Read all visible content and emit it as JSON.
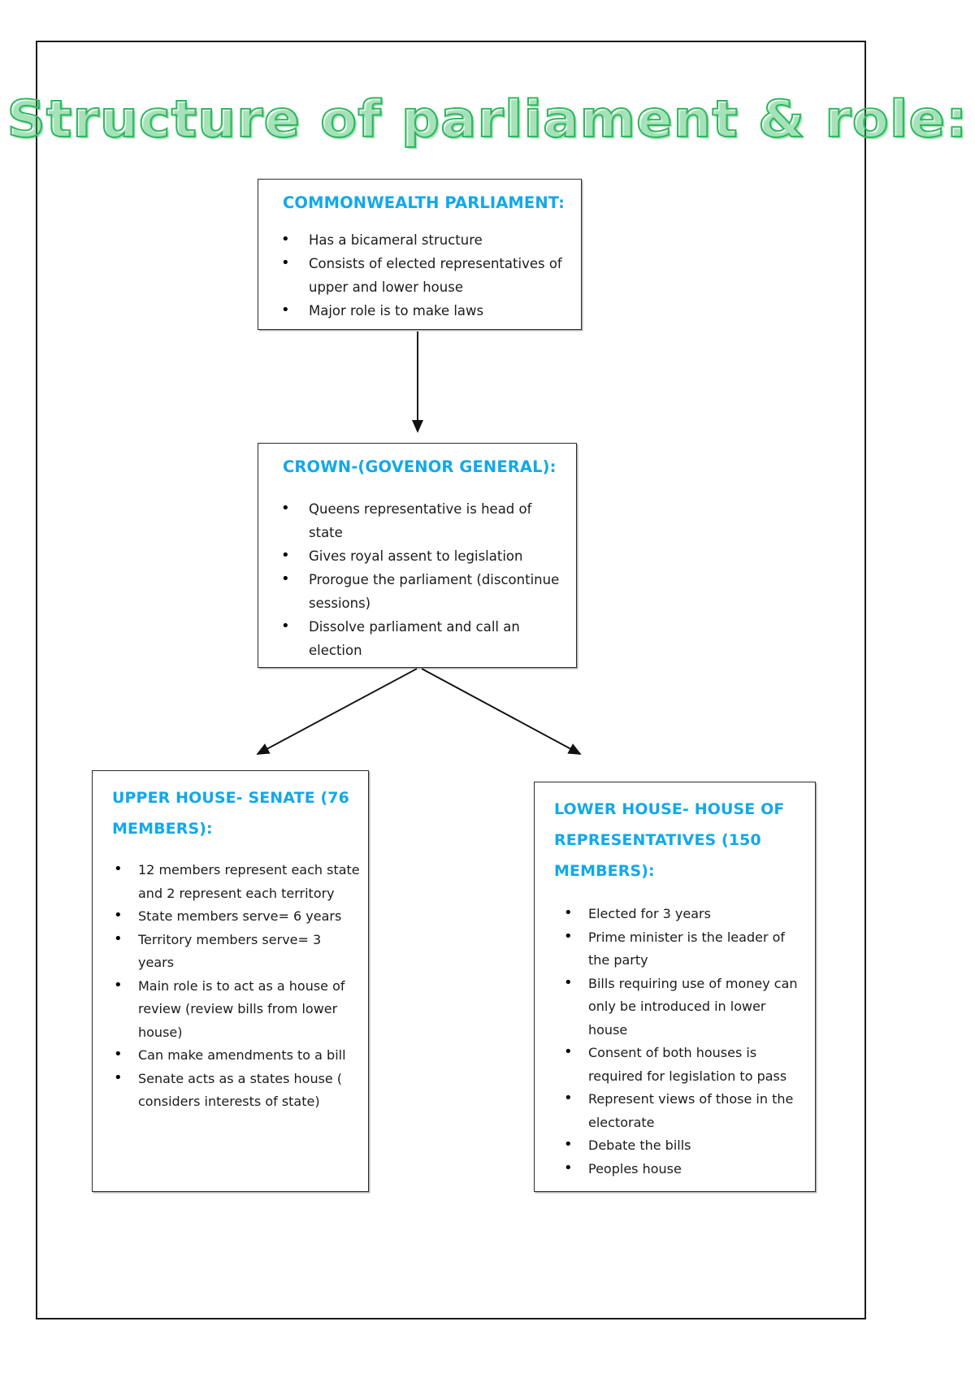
{
  "title": "Structure of parliament & role:",
  "theme": {
    "heading_color": "#13A8E8",
    "title_outline_color": "#2EB85C",
    "border_color": "#2B2B2B",
    "body_text_color": "#1B1B1B",
    "page_background": "#FFFFFF"
  },
  "boxes": {
    "commonwealth": {
      "heading": "COMMONWEALTH PARLIAMENT:",
      "bullets": [
        "Has a bicameral structure",
        "Consists of elected representatives of upper and lower house",
        "Major role is to make laws"
      ]
    },
    "crown": {
      "heading": "CROWN-(GOVENOR GENERAL):",
      "bullets": [
        "Queens representative is head of state",
        "Gives royal assent to legislation",
        "Prorogue the parliament (discontinue sessions)",
        "Dissolve parliament and call an election"
      ]
    },
    "upper_house": {
      "heading": "UPPER HOUSE- SENATE (76 MEMBERS):",
      "bullets": [
        "12 members represent each state and 2 represent each territory",
        "State members serve= 6 years",
        "Territory members serve= 3 years",
        "Main role is to act as a house of review (review bills from lower house)",
        "Can make amendments to a bill",
        "Senate acts as a states house ( considers interests of state)"
      ]
    },
    "lower_house": {
      "heading": "LOWER HOUSE- HOUSE OF REPRESENTATIVES (150 MEMBERS):",
      "bullets": [
        "Elected for 3 years",
        "Prime minister is the leader of the party",
        "Bills requiring use of money can only be introduced in lower house",
        "Consent of both houses is required for legislation to pass",
        "Represent views of those in the electorate",
        "Debate the bills",
        "Peoples house"
      ]
    }
  },
  "connectors": [
    {
      "name": "commonwealth-to-crown",
      "from": "commonwealth",
      "to": "crown"
    },
    {
      "name": "crown-to-upper-house",
      "from": "crown",
      "to": "upper_house"
    },
    {
      "name": "crown-to-lower-house",
      "from": "crown",
      "to": "lower_house"
    }
  ]
}
